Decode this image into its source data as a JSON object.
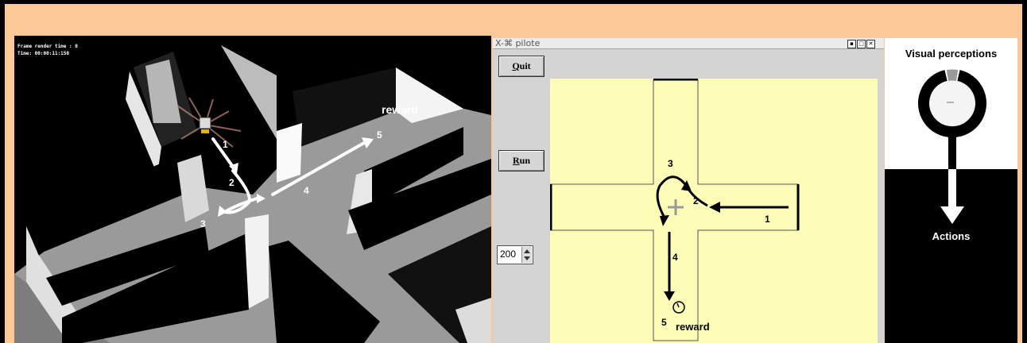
{
  "sim": {
    "hud_line1": "Frame render time : 0",
    "hud_line2": "Time: 00:00:11:150",
    "reward_label": "reward",
    "step_labels": [
      "1",
      "2",
      "3",
      "4",
      "5"
    ]
  },
  "pilote": {
    "title": "X-⌘ pilote",
    "quit_label": "Quit",
    "run_label": "Run",
    "speed_value": "200",
    "window_buttons": [
      "▪",
      "□",
      "✕"
    ],
    "map": {
      "reward_label": "reward",
      "step_labels": [
        "1",
        "2",
        "3",
        "4",
        "5"
      ]
    }
  },
  "perception": {
    "title": "Visual perceptions",
    "actions_label": "Actions",
    "center_symbol": "–"
  },
  "colors": {
    "frame": "#fdc898",
    "map_background": "#fdfdb8",
    "floor": "#a9a9a9"
  }
}
